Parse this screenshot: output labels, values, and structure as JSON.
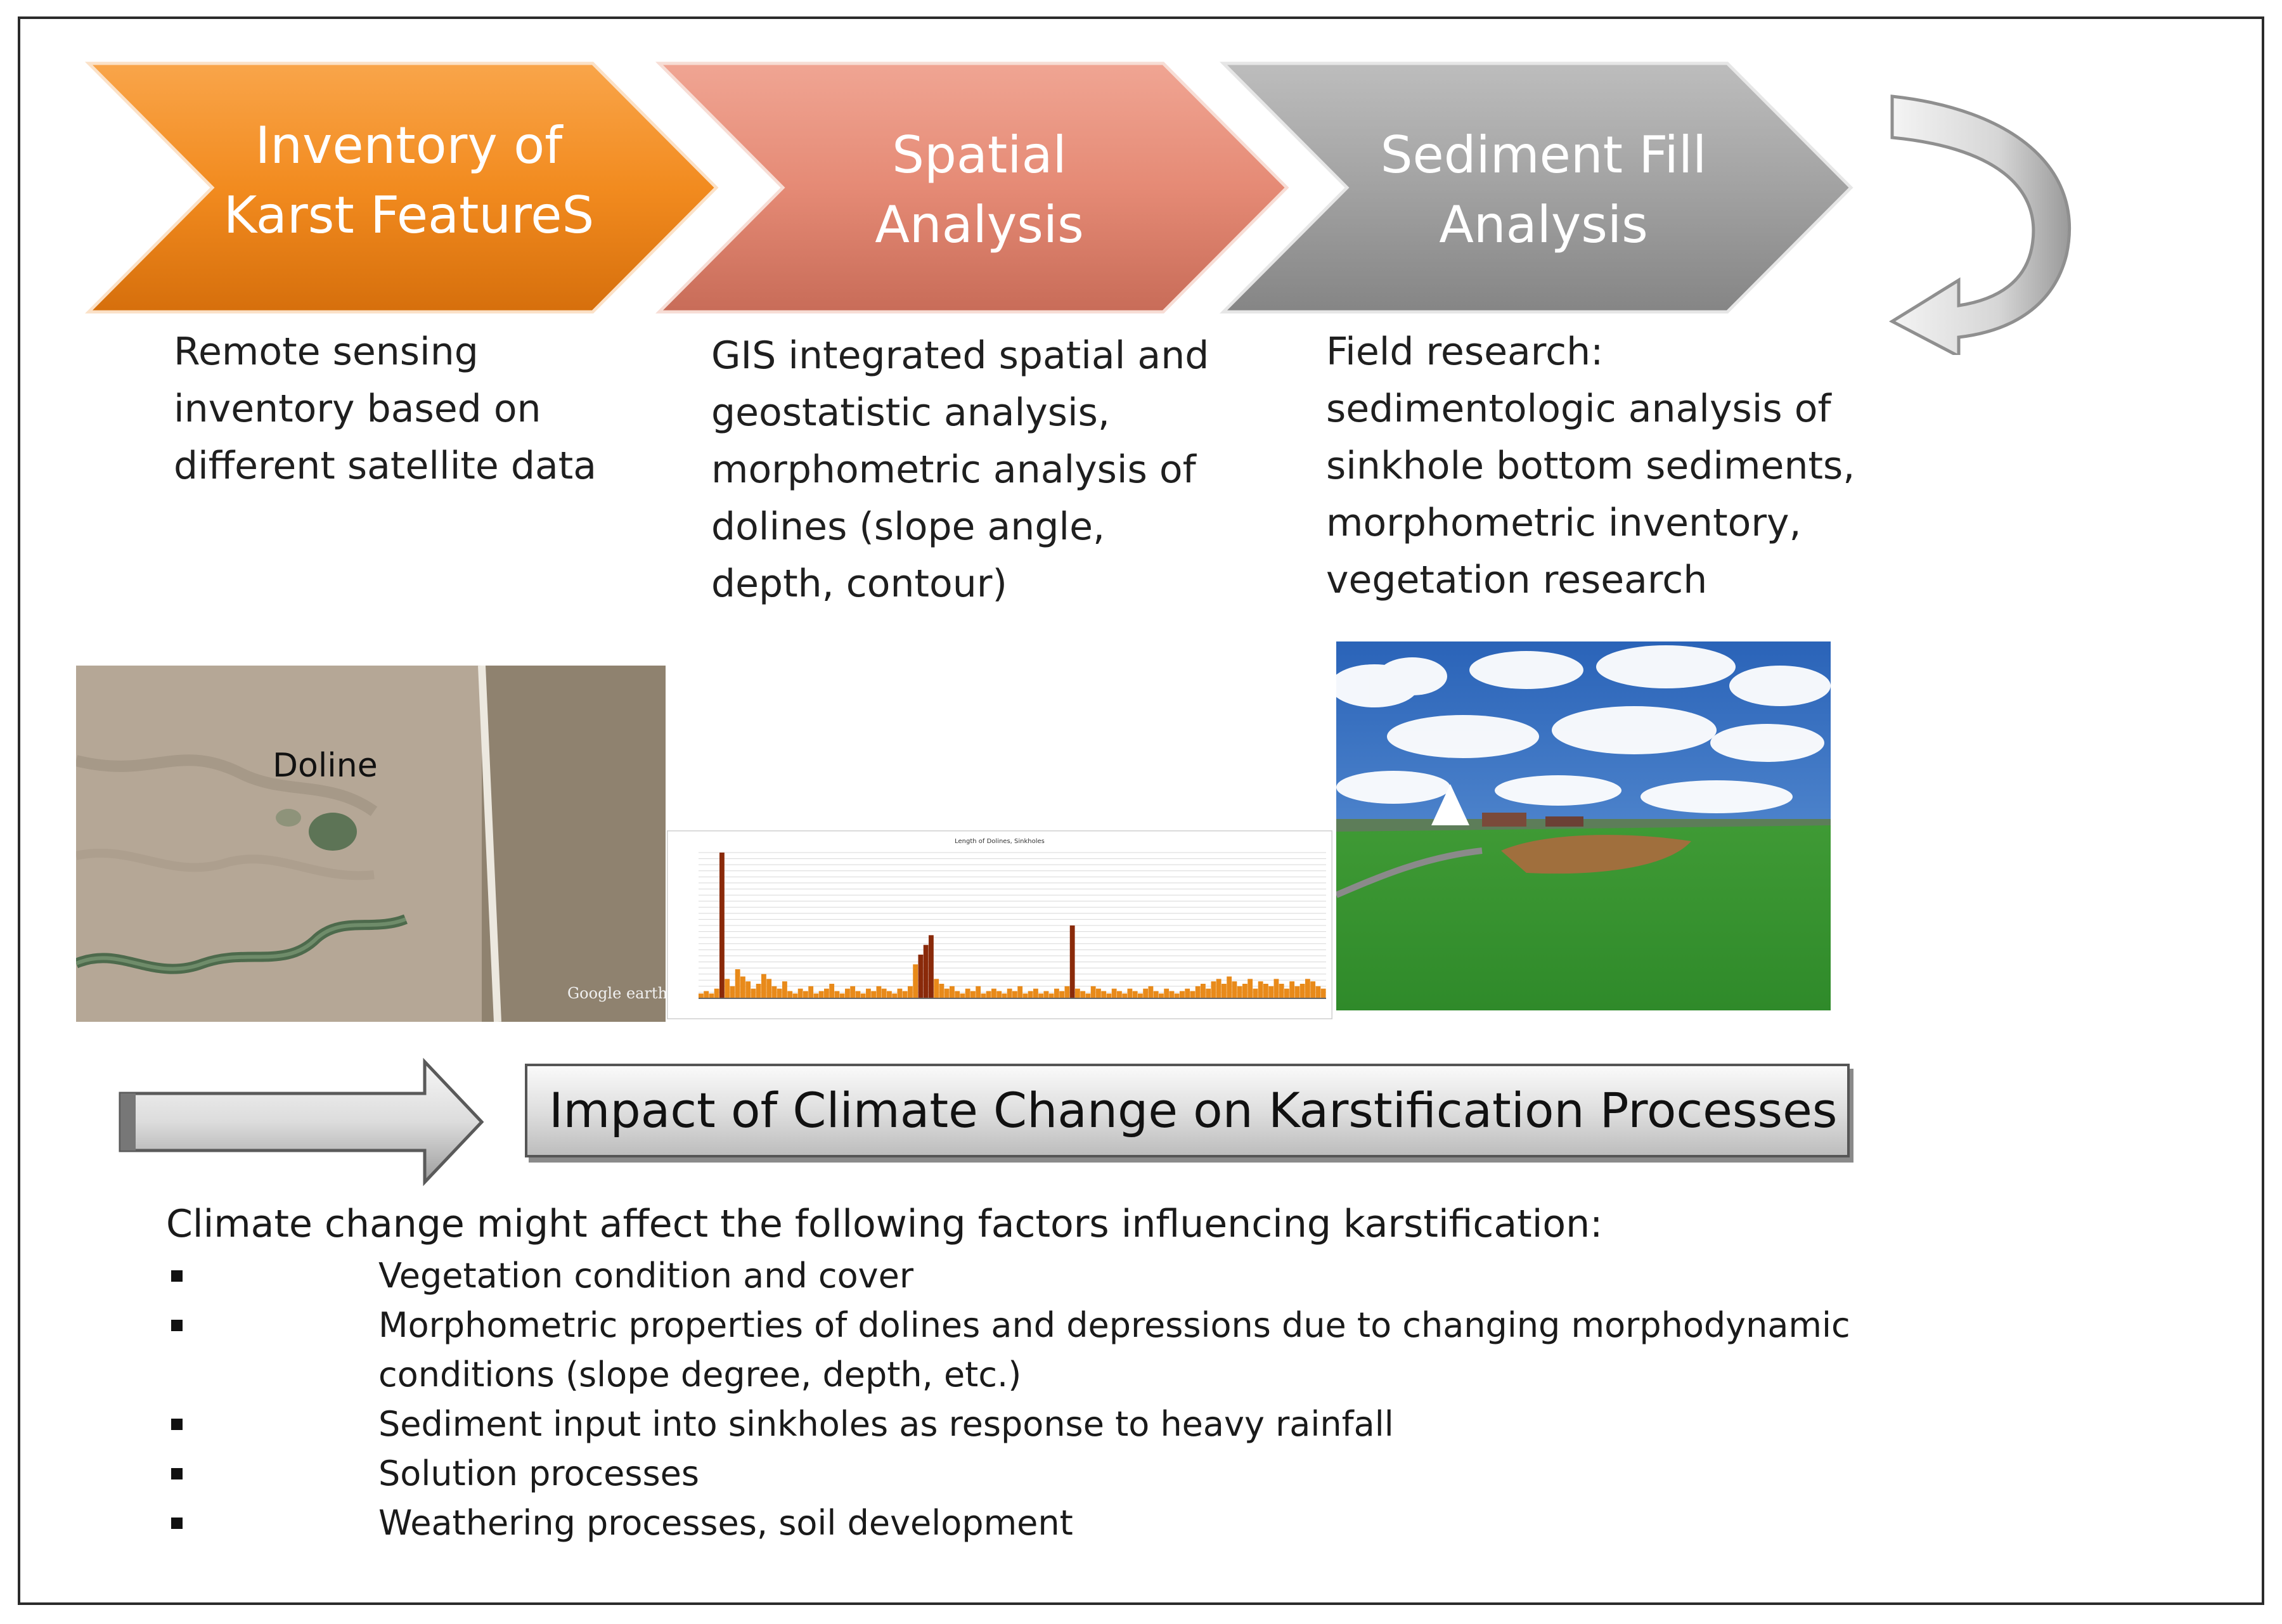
{
  "steps": [
    {
      "title_line1": "Inventory of",
      "title_line2": "Karst FeatureS",
      "color": "#f7922b",
      "description": [
        "Remote sensing",
        "inventory based on",
        "different  satellite data"
      ]
    },
    {
      "title_line1": "Spatial",
      "title_line2": "Analysis",
      "color": "#e8927f",
      "description": [
        "GIS integrated spatial and",
        "geostatistic analysis,",
        "morphometric analysis of",
        "dolines (slope angle,",
        "depth, contour)"
      ]
    },
    {
      "title_line1": "Sediment Fill",
      "title_line2": "Analysis",
      "color": "#a8a8a8",
      "description": [
        "Field research:",
        "sedimentologic analysis of",
        "sinkhole bottom sediments,",
        "morphometric inventory,",
        "vegetation research"
      ]
    }
  ],
  "images": {
    "satellite_label": "Doline",
    "satellite_watermark": "Google earth",
    "chart_title": "Length of Dolines, Sinkholes"
  },
  "chart_data": {
    "type": "area",
    "title": "Length of Dolines, Sinkholes",
    "values": [
      2,
      3,
      2,
      4,
      60,
      8,
      5,
      12,
      9,
      7,
      4,
      6,
      10,
      8,
      5,
      4,
      7,
      3,
      2,
      4,
      3,
      5,
      2,
      3,
      4,
      6,
      3,
      2,
      4,
      5,
      3,
      2,
      4,
      3,
      5,
      4,
      3,
      2,
      4,
      3,
      5,
      14,
      18,
      22,
      26,
      8,
      6,
      4,
      5,
      3,
      2,
      4,
      3,
      5,
      2,
      3,
      4,
      3,
      2,
      4,
      3,
      5,
      2,
      3,
      4,
      2,
      3,
      2,
      4,
      3,
      5,
      30,
      4,
      3,
      2,
      5,
      4,
      3,
      2,
      4,
      3,
      2,
      4,
      3,
      2,
      4,
      5,
      3,
      2,
      4,
      3,
      2,
      3,
      4,
      3,
      5,
      6,
      4,
      7,
      8,
      6,
      9,
      7,
      5,
      6,
      8,
      4,
      7,
      6,
      5,
      8,
      6,
      4,
      7,
      5,
      6,
      8,
      7,
      5,
      4
    ],
    "ylim": [
      0,
      60
    ]
  },
  "impact_title": "Impact of Climate Change on Karstification Processes",
  "intro": "Climate change might affect the following factors influencing karstification:",
  "factors": [
    "Vegetation condition and cover",
    "Morphometric properties of dolines and depressions due to changing morphodynamic conditions (slope degree,  depth, etc.)",
    "Sediment input into sinkholes as response to heavy rainfall",
    "Solution processes",
    "Weathering processes, soil development"
  ]
}
